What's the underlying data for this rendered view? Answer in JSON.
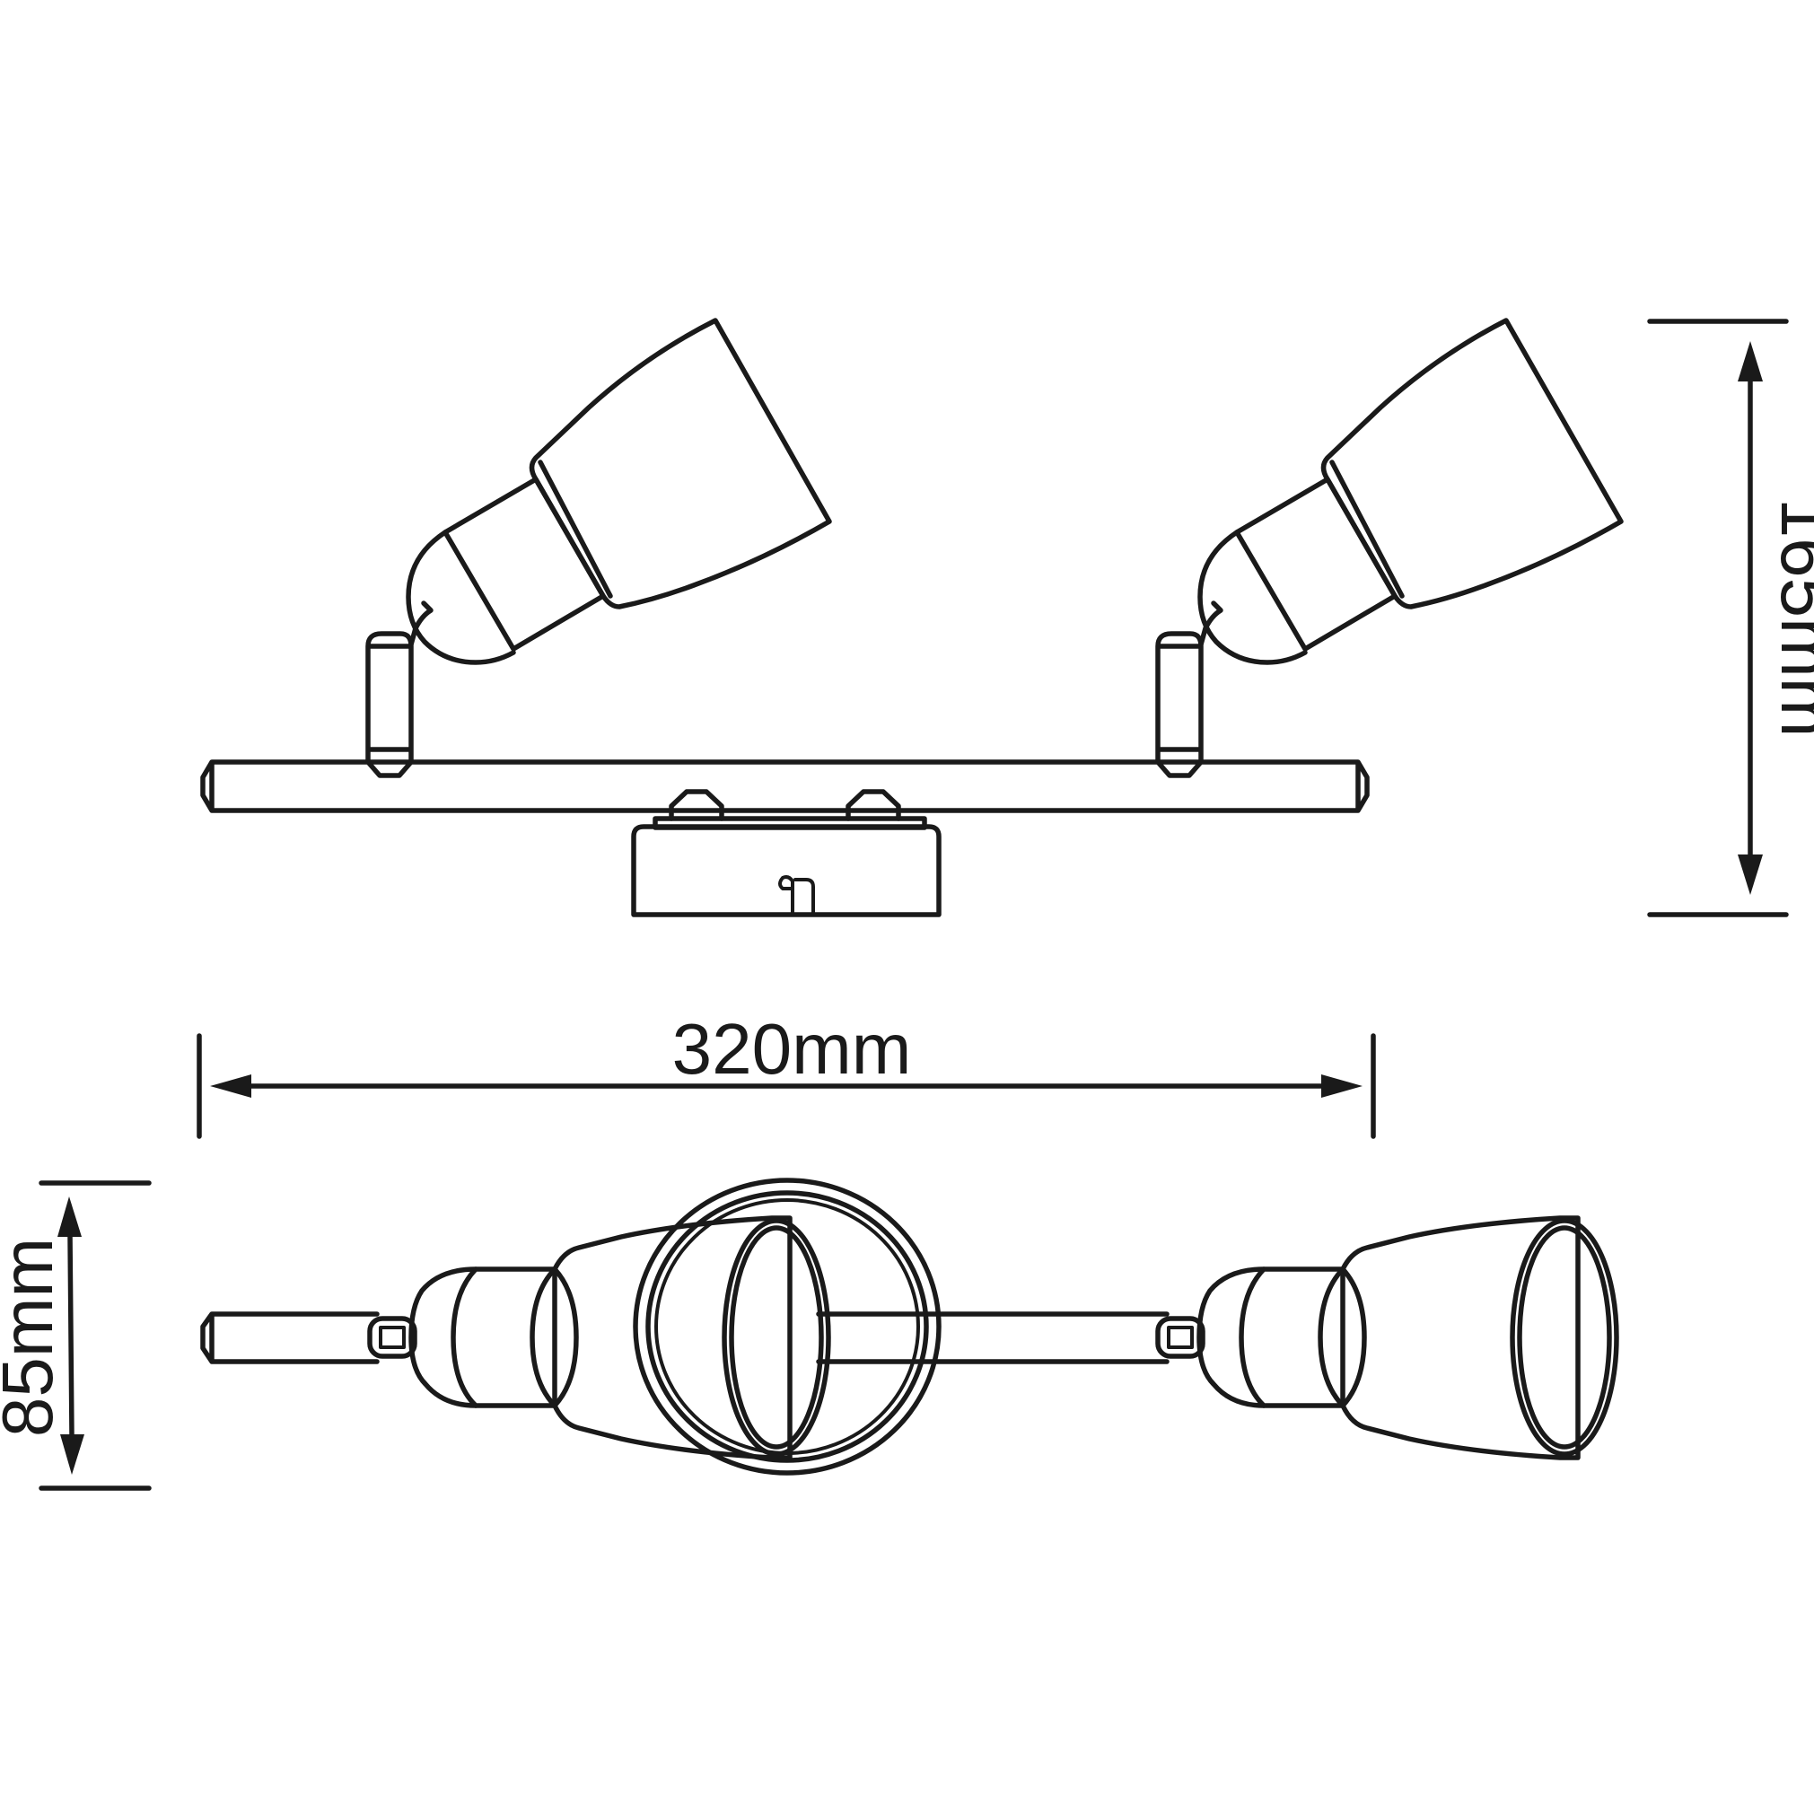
{
  "dimensions": {
    "width_label": "320mm",
    "height_side_label": "165mm",
    "height_top_label": "85mm"
  },
  "colors": {
    "line": "#1a1a1a",
    "background": "#ffffff"
  }
}
